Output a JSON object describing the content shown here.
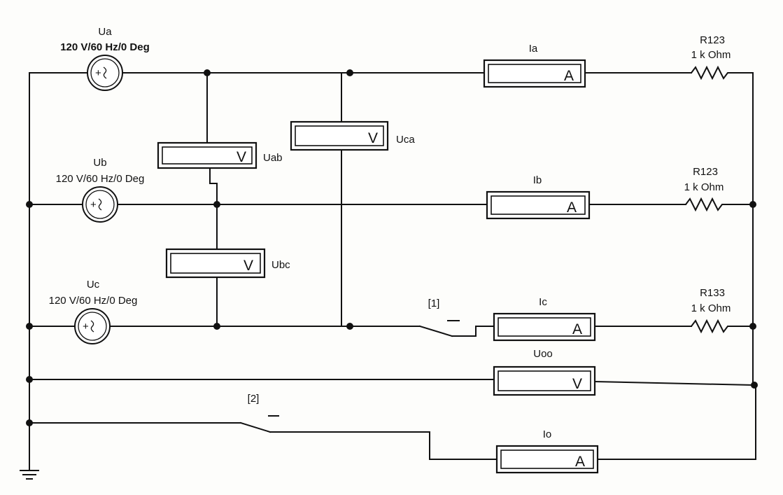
{
  "sources": {
    "ua": {
      "name": "Ua",
      "spec": "120 V/60 Hz/0 Deg"
    },
    "ub": {
      "name": "Ub",
      "spec": "120 V/60 Hz/0 Deg"
    },
    "uc": {
      "name": "Uc",
      "spec": "120 V/60 Hz/0 Deg"
    }
  },
  "voltmeters": {
    "uab": {
      "label": "Uab",
      "symbol": "V"
    },
    "uca": {
      "label": "Uca",
      "symbol": "V"
    },
    "ubc": {
      "label": "Ubc",
      "symbol": "V"
    },
    "uoo": {
      "label": "Uoo",
      "symbol": "V"
    }
  },
  "ammeters": {
    "ia": {
      "label": "Ia",
      "symbol": "A"
    },
    "ib": {
      "label": "Ib",
      "symbol": "A"
    },
    "ic": {
      "label": "Ic",
      "symbol": "A"
    },
    "io": {
      "label": "Io",
      "symbol": "A"
    }
  },
  "resistors": {
    "ra": {
      "name": "R123",
      "value": "1 k Ohm"
    },
    "rb": {
      "name": "R123",
      "value": "1 k Ohm"
    },
    "rc": {
      "name": "R133",
      "value": "1 k Ohm"
    }
  },
  "switches": {
    "s1": {
      "label": "[1]"
    },
    "s2": {
      "label": "[2]"
    }
  }
}
